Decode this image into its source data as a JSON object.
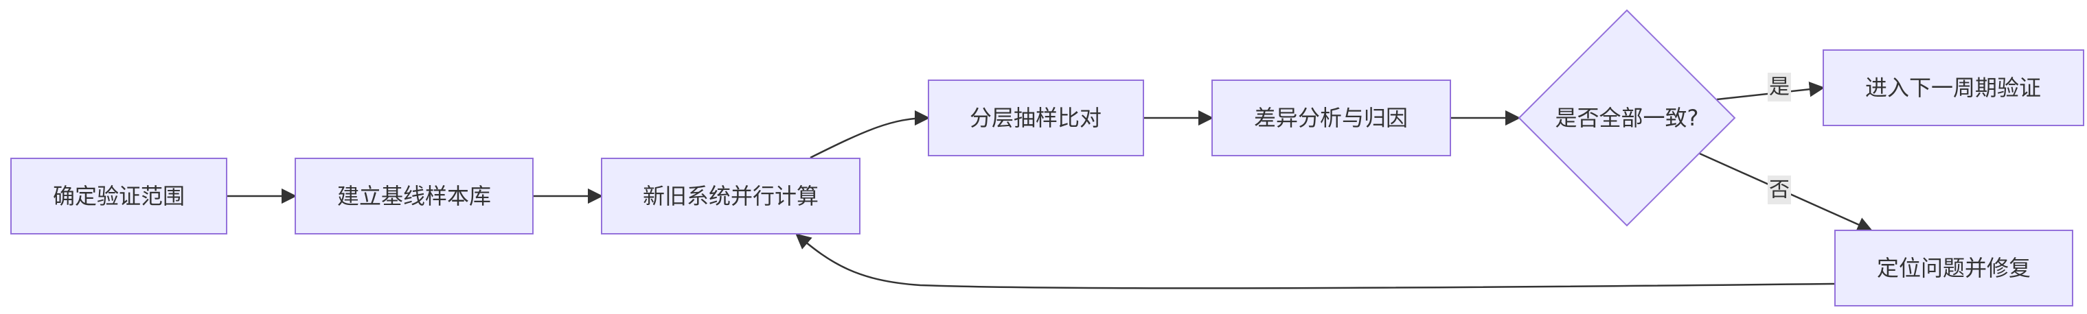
{
  "nodes": {
    "confirm_scope": "确定验证范围",
    "build_baseline": "建立基线样本库",
    "parallel_compute": "新旧系统并行计算",
    "stratified_compare": "分层抽样比对",
    "diff_analysis": "差异分析与归因",
    "all_consistent": "是否全部一致?",
    "next_cycle": "进入下一周期验证",
    "locate_fix": "定位问题并修复"
  },
  "edge_labels": {
    "yes": "是",
    "no": "否"
  },
  "colors": {
    "node_fill": "#ECECFF",
    "node_stroke": "#9370DB",
    "edge": "#333333",
    "label_bg": "#E8E8E8"
  }
}
